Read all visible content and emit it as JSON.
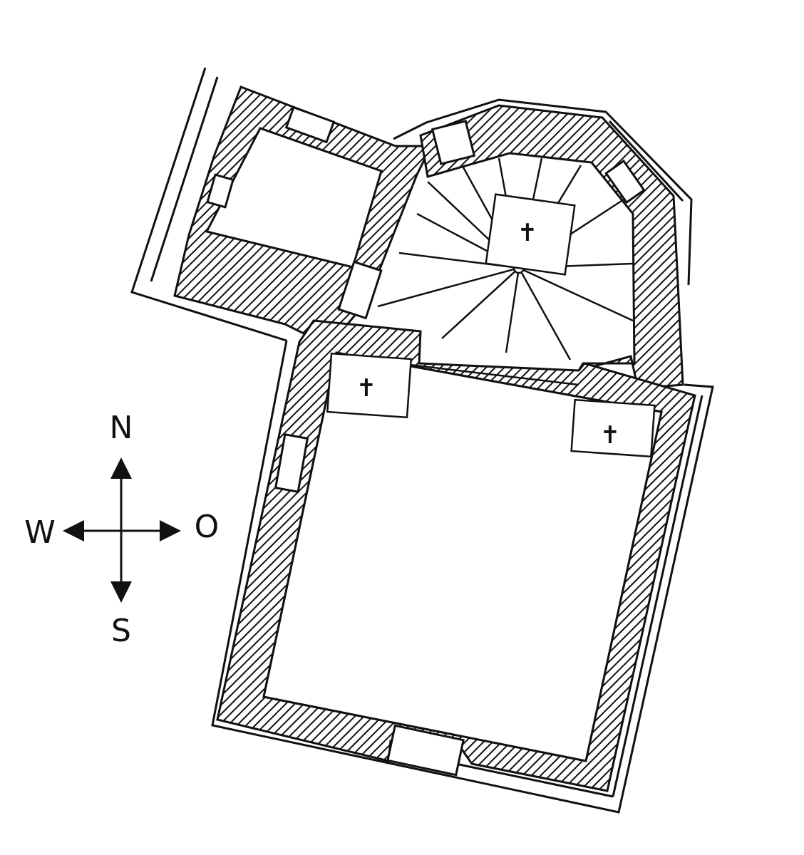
{
  "compass": {
    "north": "N",
    "west": "W",
    "east": "O",
    "south": "S"
  },
  "symbols": {
    "altar_cross": "✝"
  },
  "colors": {
    "ink": "#111111",
    "paper": "#ffffff"
  }
}
